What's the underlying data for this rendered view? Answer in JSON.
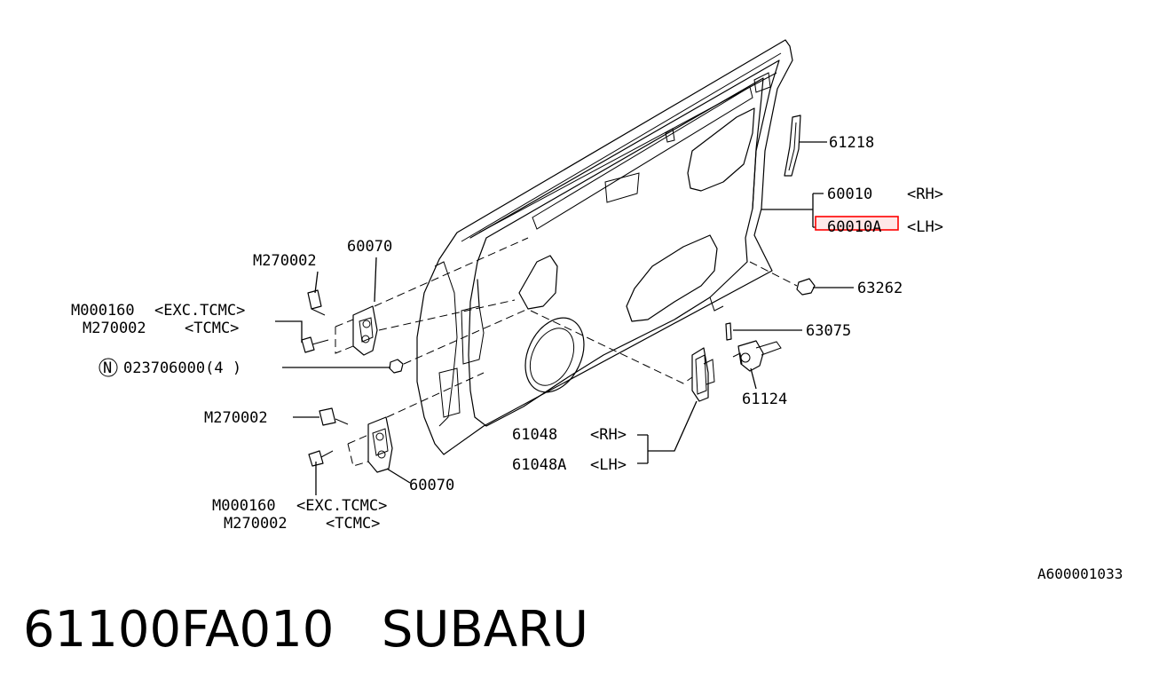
{
  "title": {
    "part_number": "61100FA010",
    "brand": "SUBARU"
  },
  "diagram_ref": "A600001033",
  "highlight_color": "#ff0000",
  "callouts": {
    "c61218": "61218",
    "c60010": "60010",
    "c60010_side": "<RH>",
    "c60010a": "60010A",
    "c60010a_side": "<LH>",
    "c63262": "63262",
    "c63075": "63075",
    "c61124": "61124",
    "c61048": "61048",
    "c61048_side": "<RH>",
    "c61048a": "61048A",
    "c61048a_side": "<LH>",
    "c60070_top": "60070",
    "c60070_bottom": "60070",
    "c_m270002_top": "M270002",
    "c_m000160_top": "M000160",
    "c_m000160_top_note": "<EXC.TCMC>",
    "c_m270002_top_alt": "M270002",
    "c_m270002_top_alt_note": "<TCMC>",
    "c_nut_symbol": "N",
    "c_nut": "023706000(4 )",
    "c_m270002_bottom": "M270002",
    "c_m000160_bottom": "M000160",
    "c_m000160_bottom_note": "<EXC.TCMC>",
    "c_m270002_bottom_alt": "M270002",
    "c_m270002_bottom_alt_note": "<TCMC>"
  }
}
